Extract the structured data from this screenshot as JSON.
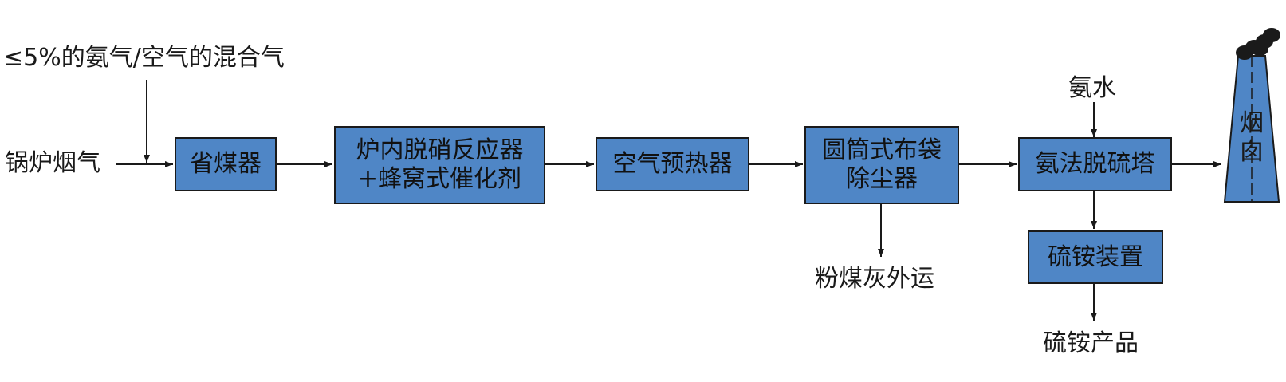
{
  "inputs": {
    "ammonia_air_mix": "≤5%的氨气/空气的混合气",
    "boiler_flue_gas": "锅炉烟气",
    "ammonia_water": "氨水"
  },
  "units": {
    "economizer": "省煤器",
    "furnace_denox": [
      "炉内脱硝反应器",
      "+蜂窝式催化剂"
    ],
    "air_preheater": "空气预热器",
    "bag_filter": [
      "圆筒式布袋",
      "除尘器"
    ],
    "desulfurization_tower": "氨法脱硫塔",
    "ammonium_sulfate_unit": "硫铵装置",
    "chimney": "烟囱"
  },
  "outputs": {
    "fly_ash": "粉煤灰外运",
    "ammonium_sulfate_product": "硫铵产品"
  },
  "colors": {
    "box_fill": "#4f86c6",
    "line": "#1a1a1a"
  }
}
